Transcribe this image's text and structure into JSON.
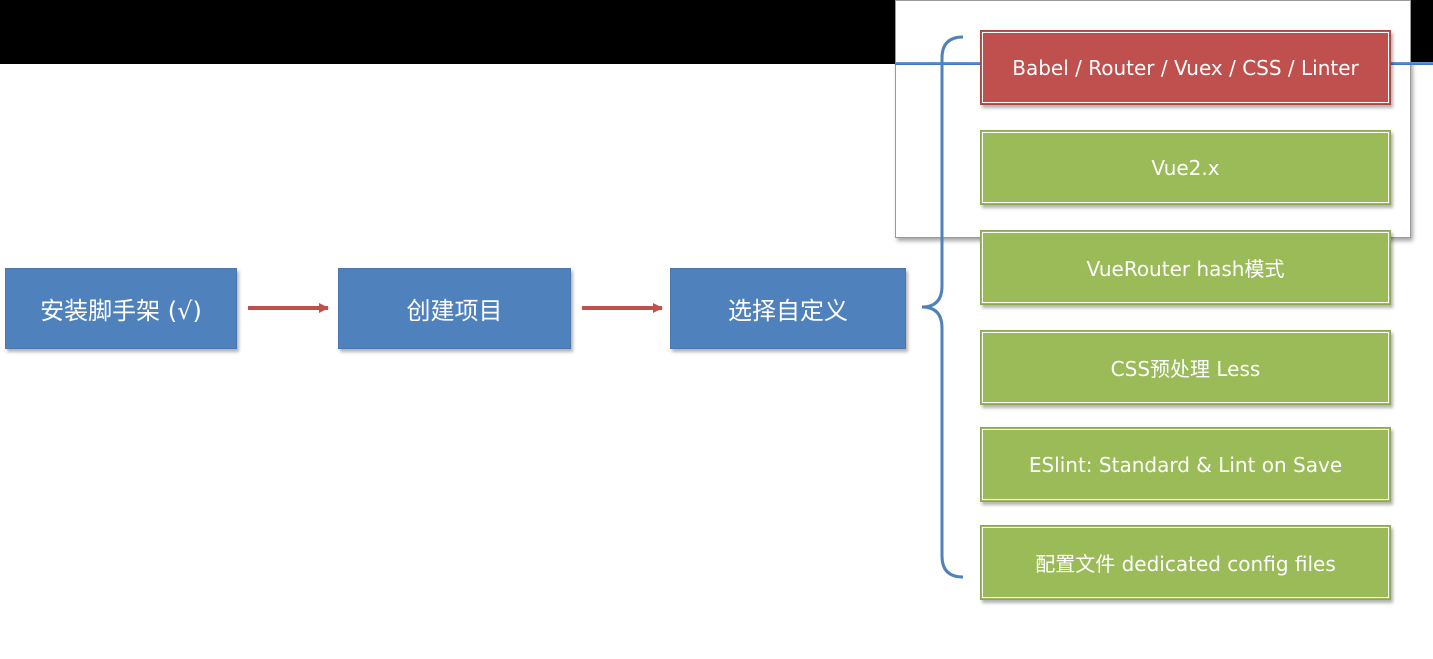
{
  "flow": {
    "step1": "安装脚手架 (√)",
    "step2": "创建项目",
    "step3": "选择自定义"
  },
  "options": [
    "Babel / Router / Vuex / CSS / Linter",
    "Vue2.x",
    "VueRouter hash模式",
    "CSS预处理 Less",
    "ESlint: Standard & Lint on Save",
    "配置文件 dedicated config files"
  ],
  "colors": {
    "blue": "#4f81bd",
    "green": "#9bbb59",
    "red": "#c0504d",
    "arrow": "#c0504d",
    "brace": "#4f81bd"
  }
}
